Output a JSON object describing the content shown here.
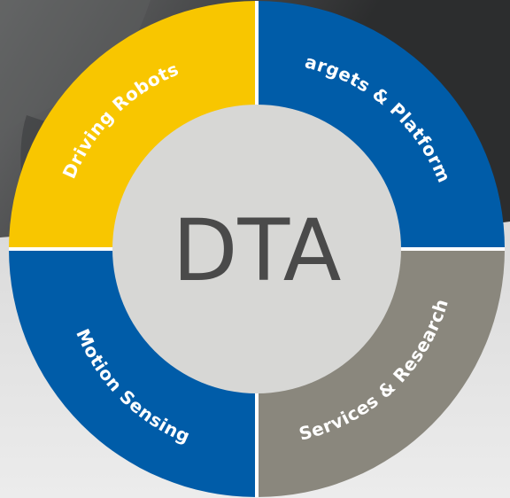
{
  "center": {
    "label": "DTA",
    "fill": "#d7d7d5",
    "text_color": "#4a4a4a"
  },
  "segments": [
    {
      "id": "driving-robots",
      "label": "Driving Robots",
      "color": "#f8c600"
    },
    {
      "id": "targets-platforms",
      "label": "Targets & Platforms",
      "color": "#005ca8"
    },
    {
      "id": "services-research",
      "label": "Services & Research",
      "color": "#8a877d"
    },
    {
      "id": "motion-sensing",
      "label": "Motion Sensing",
      "color": "#005ca8"
    }
  ],
  "ring_border_color": "#ffffff",
  "background": {
    "dark_color": "#2c2d2e",
    "mid_color": "#6b6c6d",
    "light_color": "#ececec"
  }
}
